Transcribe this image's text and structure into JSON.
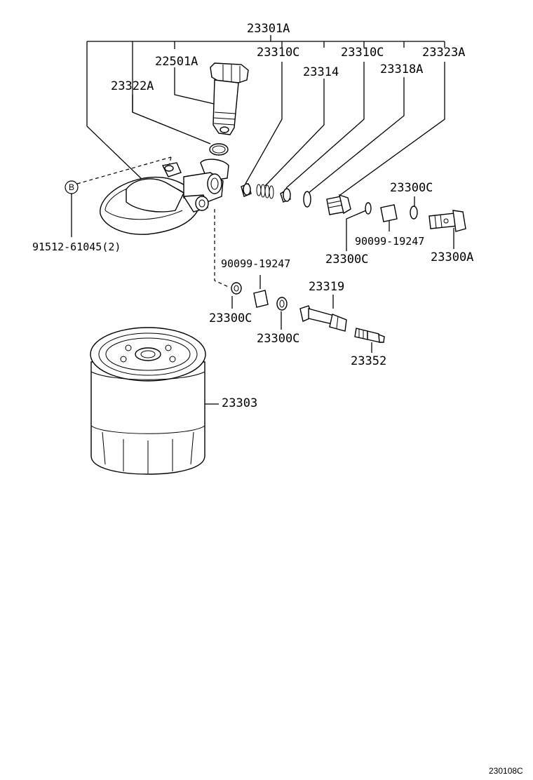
{
  "labels": {
    "assembly": "23301A",
    "cap": "22501A",
    "oring_cap": "23322A",
    "valve_seat_a": "23310C",
    "spring": "23314",
    "valve_seat_b": "23310C",
    "valve": "23318A",
    "plug": "23323A",
    "ref_b": "B",
    "bolt": "91512-61045(2)",
    "gasket_upper": "23300C",
    "gasket_upper_right": "23300C",
    "sleeve_right": "90099-19247",
    "union_bolt": "23300A",
    "sleeve_left": "90099-19247",
    "gasket_lower_left": "23300C",
    "gasket_lower_right": "23300C",
    "union_bolt_lower": "23319",
    "bleeder": "23352",
    "filter": "23303",
    "figure_code": "230108C"
  }
}
